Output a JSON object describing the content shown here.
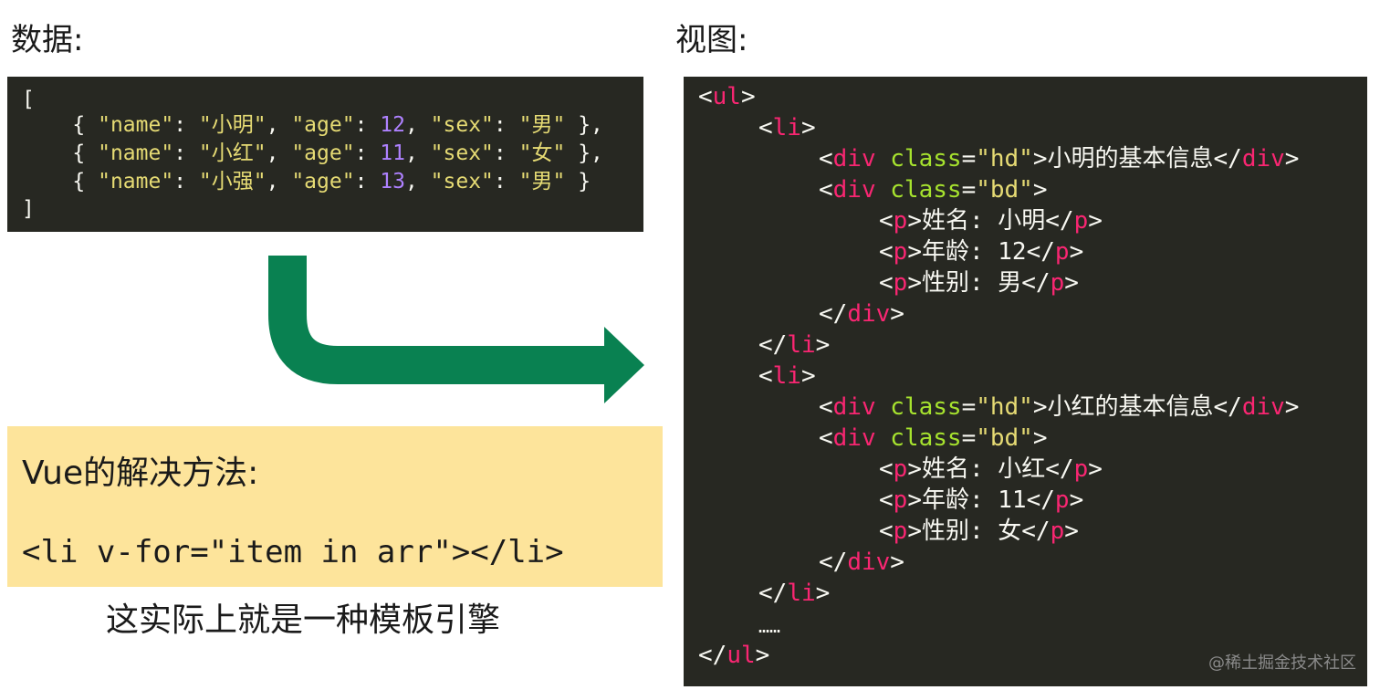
{
  "headings": {
    "data": "数据:",
    "view": "视图:"
  },
  "json_code": {
    "open": "[",
    "close": "]",
    "rows": [
      {
        "name": "小明",
        "age": "12",
        "sex": "男"
      },
      {
        "name": "小红",
        "age": "11",
        "sex": "女"
      },
      {
        "name": "小强",
        "age": "13",
        "sex": "男"
      }
    ],
    "key_name": "\"name\"",
    "key_age": "\"age\"",
    "key_sex": "\"sex\""
  },
  "html_code": {
    "ul": "ul",
    "li": "li",
    "div": "div",
    "p": "p",
    "class_attr": "class",
    "hd": "\"hd\"",
    "bd": "\"bd\"",
    "items": [
      {
        "header": "小明的基本信息",
        "name_line": "姓名: 小明",
        "age_line": "年龄: 12",
        "sex_line": "性别: 男"
      },
      {
        "header": "小红的基本信息",
        "name_line": "姓名: 小红",
        "age_line": "年龄: 11",
        "sex_line": "性别: 女"
      }
    ],
    "ellipsis": "……"
  },
  "solution": {
    "title": "Vue的解决方法:",
    "code": "<li v-for=\"item in arr\"></li>",
    "note": "这实际上就是一种模板引擎"
  },
  "watermark": "@稀土掘金技术社区",
  "colors": {
    "code_bg": "#272822",
    "string": "#e6db74",
    "number": "#ae81ff",
    "tag": "#f92672",
    "attribute": "#a6e22e",
    "arrow": "#098151",
    "solution_bg": "#fde49b"
  },
  "icons": {
    "arrow": "curved-arrow-right-icon"
  }
}
